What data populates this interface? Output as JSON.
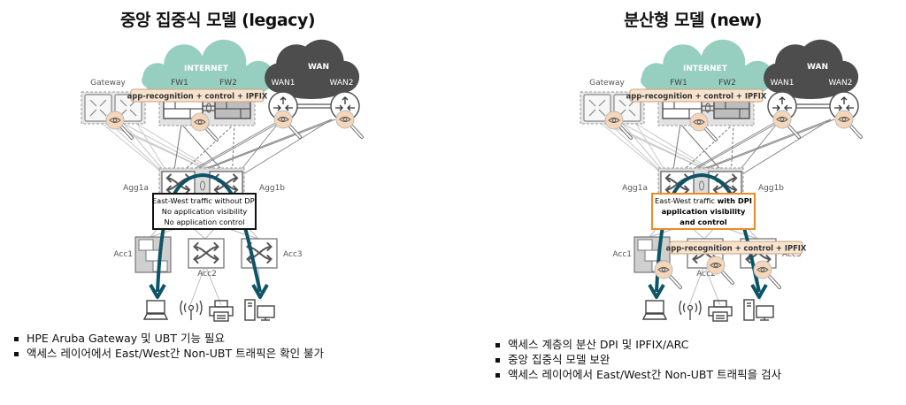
{
  "colors": {
    "internet_cloud": "#96cfbf",
    "wan_cloud": "#4d4d4d",
    "pill_fill": "#f7e3ce",
    "pill_border": "#c9a27f",
    "eye_fill": "#f5d6b8",
    "traffic_arrow": "#0d5466",
    "callout_border_legacy": "#111111",
    "callout_border_new": "#f08a24"
  },
  "panels": [
    {
      "id": "legacy",
      "title": "중앙 집중식 모델 (legacy)",
      "labels": {
        "internet": "INTERNET",
        "wan": "WAN",
        "gateway": "Gateway",
        "fw1": "FW1",
        "fw2": "FW2",
        "wan1": "WAN1",
        "wan2": "WAN2",
        "agg1a": "Agg1a",
        "agg1b": "Agg1b",
        "acc1": "Acc1",
        "acc2": "Acc2",
        "acc3": "Acc3"
      },
      "core_pill": "app-recognition + control + IPFIX",
      "callout": {
        "line1_normal": "East-West traffic without DPI",
        "line1_bold": "",
        "line2": "No application visibility",
        "line3": "No application control",
        "style": "plain"
      },
      "access_pill": null,
      "endpoints": [
        "laptop-icon",
        "wireless-ap-icon",
        "printer-icon",
        "desktop-computer-icon"
      ],
      "bullets": [
        "HPE Aruba Gateway 및 UBT 기능 필요",
        "액세스 레이어에서 East/West간 Non-UBT 트래픽은 확인 불가"
      ]
    },
    {
      "id": "new",
      "title": "분산형 모델 (new)",
      "labels": {
        "internet": "INTERNET",
        "wan": "WAN",
        "gateway": "Gateway",
        "fw1": "FW1",
        "fw2": "FW2",
        "wan1": "WAN1",
        "wan2": "WAN2",
        "agg1a": "Agg1a",
        "agg1b": "Agg1b",
        "acc1": "Acc1",
        "acc2": "Acc2",
        "acc3": "Acc3"
      },
      "core_pill": "app-recognition + control + IPFIX",
      "callout": {
        "line1_normal": "East-West traffic ",
        "line1_bold": "with DPI",
        "line2": "application visibility",
        "line3": "and control",
        "style": "bold"
      },
      "access_pill": "app-recognition + control + IPFIX",
      "endpoints": [
        "laptop-icon",
        "wireless-ap-icon",
        "printer-icon",
        "desktop-computer-icon"
      ],
      "bullets": [
        "액세스 계층의 분산 DPI 및 IPFIX/ARC",
        "중앙 집중식 모델 보완",
        "액세스 레이어에서 East/West간 Non-UBT 트래픽을 검사"
      ]
    }
  ]
}
